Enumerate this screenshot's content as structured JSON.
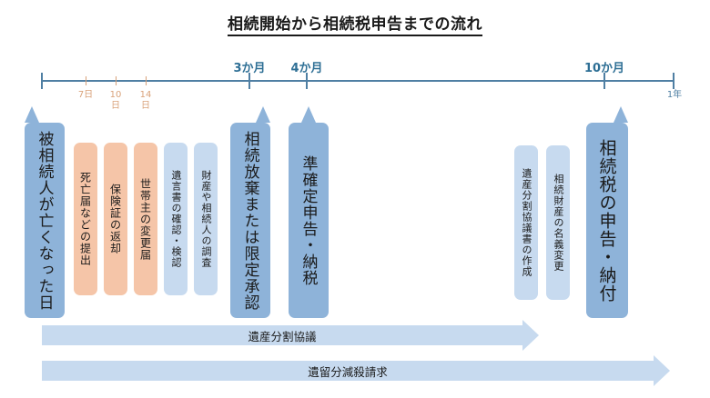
{
  "title": "相続開始から相続税申告までの流れ",
  "timeline": {
    "major_labels": [
      "3か月",
      "4か月",
      "10か月"
    ],
    "minor_labels": [
      "7日",
      "10日",
      "14日"
    ],
    "end_label": "1年"
  },
  "events": {
    "death": "被相続人が亡くなった日",
    "death_report": "死亡届などの提出",
    "insurance_return": "保険証の返却",
    "householder_change": "世帯主の変更届",
    "will_check": "遺言書の確認・検認",
    "asset_survey": "財産や相続人の調査",
    "renounce": "相続放棄または限定承認",
    "quasi_return": "準確定申告・納税",
    "division_agreement": "遺産分割協議書の作成",
    "title_change": "相続財産の名義変更",
    "tax_return": "相続税の申告・納付"
  },
  "bars": {
    "division_talks": "遺産分割協議",
    "reserved_claim": "遺留分減殺請求"
  },
  "colors": {
    "major_callout": "#8eb3d9",
    "orange_callout": "#f5c5a8",
    "light_blue_callout": "#c7daef",
    "axis": "#4f7fa3",
    "major_label": "#2e6f95",
    "minor_label": "#d9a27a"
  }
}
